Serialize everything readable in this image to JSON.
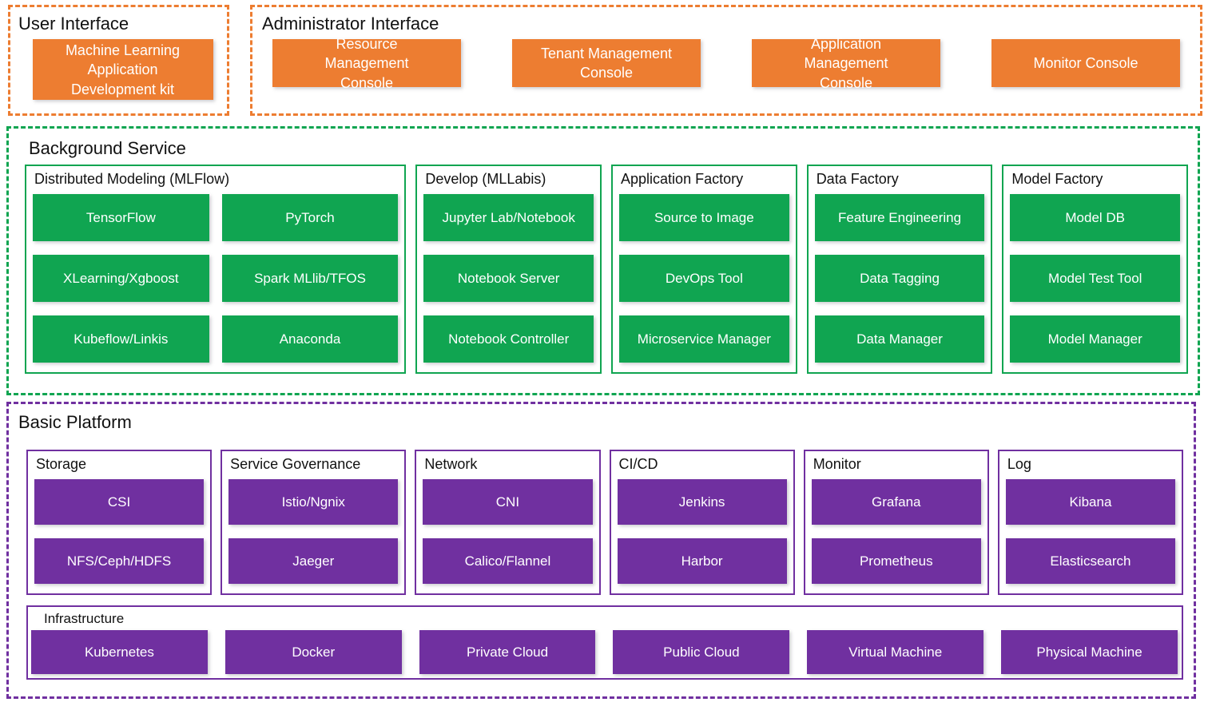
{
  "colors": {
    "orange": "#ED7D31",
    "green": "#10A551",
    "purple": "#7030A0",
    "title_text": "#111111",
    "box_text": "#FFFFFF"
  },
  "user_interface": {
    "title": "User Interface",
    "button": "Machine Learning Application Development kit"
  },
  "admin_interface": {
    "title": "Administrator Interface",
    "buttons": [
      "Resource Management Console",
      "Tenant Management Console",
      "Application Management Console",
      "Monitor Console"
    ]
  },
  "background_service": {
    "title": "Background Service",
    "columns": [
      {
        "title": "Distributed Modeling (MLFlow)",
        "items": [
          "TensorFlow",
          "PyTorch",
          "XLearning/Xgboost",
          "Spark MLlib/TFOS",
          "Kubeflow/Linkis",
          "Anaconda"
        ]
      },
      {
        "title": "Develop (MLLabis)",
        "items": [
          "Jupyter Lab/Notebook",
          "Notebook Server",
          "Notebook Controller"
        ]
      },
      {
        "title": "Application Factory",
        "items": [
          "Source to Image",
          "DevOps Tool",
          "Microservice Manager"
        ]
      },
      {
        "title": "Data Factory",
        "items": [
          "Feature Engineering",
          "Data Tagging",
          "Data Manager"
        ]
      },
      {
        "title": "Model Factory",
        "items": [
          "Model DB",
          "Model Test Tool",
          "Model Manager"
        ]
      }
    ]
  },
  "basic_platform": {
    "title": "Basic Platform",
    "columns": [
      {
        "title": "Storage",
        "items": [
          "CSI",
          "NFS/Ceph/HDFS"
        ]
      },
      {
        "title": "Service Governance",
        "items": [
          "Istio/Ngnix",
          "Jaeger"
        ]
      },
      {
        "title": "Network",
        "items": [
          "CNI",
          "Calico/Flannel"
        ]
      },
      {
        "title": "CI/CD",
        "items": [
          "Jenkins",
          "Harbor"
        ]
      },
      {
        "title": "Monitor",
        "items": [
          "Grafana",
          "Prometheus"
        ]
      },
      {
        "title": "Log",
        "items": [
          "Kibana",
          "Elasticsearch"
        ]
      }
    ],
    "infrastructure": {
      "title": "Infrastructure",
      "items": [
        "Kubernetes",
        "Docker",
        "Private Cloud",
        "Public Cloud",
        "Virtual Machine",
        "Physical Machine"
      ]
    }
  }
}
